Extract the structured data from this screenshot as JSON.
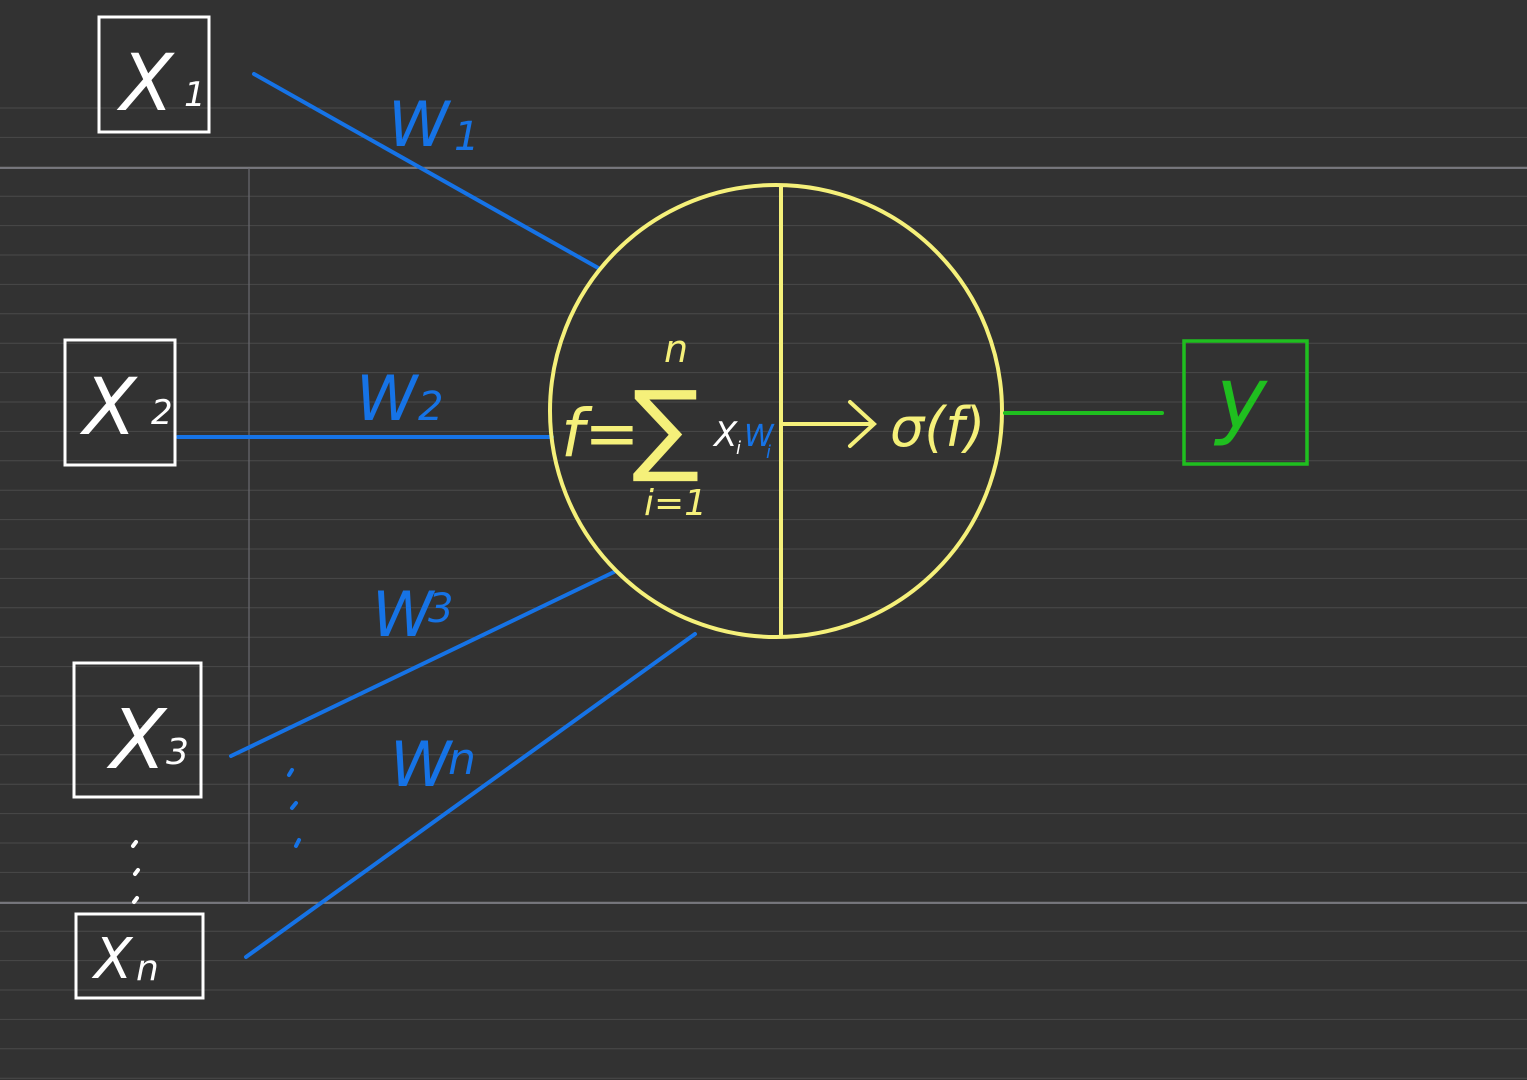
{
  "colors": {
    "background": "#323232",
    "ruled_line": "#4a4a4a",
    "margin_line": "#8a8a92",
    "input": "#ffffff",
    "weight": "#1673e6",
    "neuron": "#f5f07a",
    "output": "#1fbf1f"
  },
  "inputs": [
    {
      "label": "X",
      "subscript": "1"
    },
    {
      "label": "X",
      "subscript": "2"
    },
    {
      "label": "X",
      "subscript": "3"
    },
    {
      "label": "X",
      "subscript": "n"
    }
  ],
  "weights": [
    {
      "label": "W",
      "subscript": "1"
    },
    {
      "label": "W",
      "subscript": "2"
    },
    {
      "label": "W",
      "subscript": "3"
    },
    {
      "label": "W",
      "subscript": "n"
    }
  ],
  "neuron": {
    "sum_lhs": "f=",
    "sum_symbol": "∑",
    "sum_upper": "n",
    "sum_lower": "i=1",
    "sum_term_x": "X",
    "sum_term_x_sub": "i",
    "sum_term_w": "W",
    "sum_term_w_sub": "i",
    "activation": "σ(f)"
  },
  "output": {
    "label": "y"
  }
}
